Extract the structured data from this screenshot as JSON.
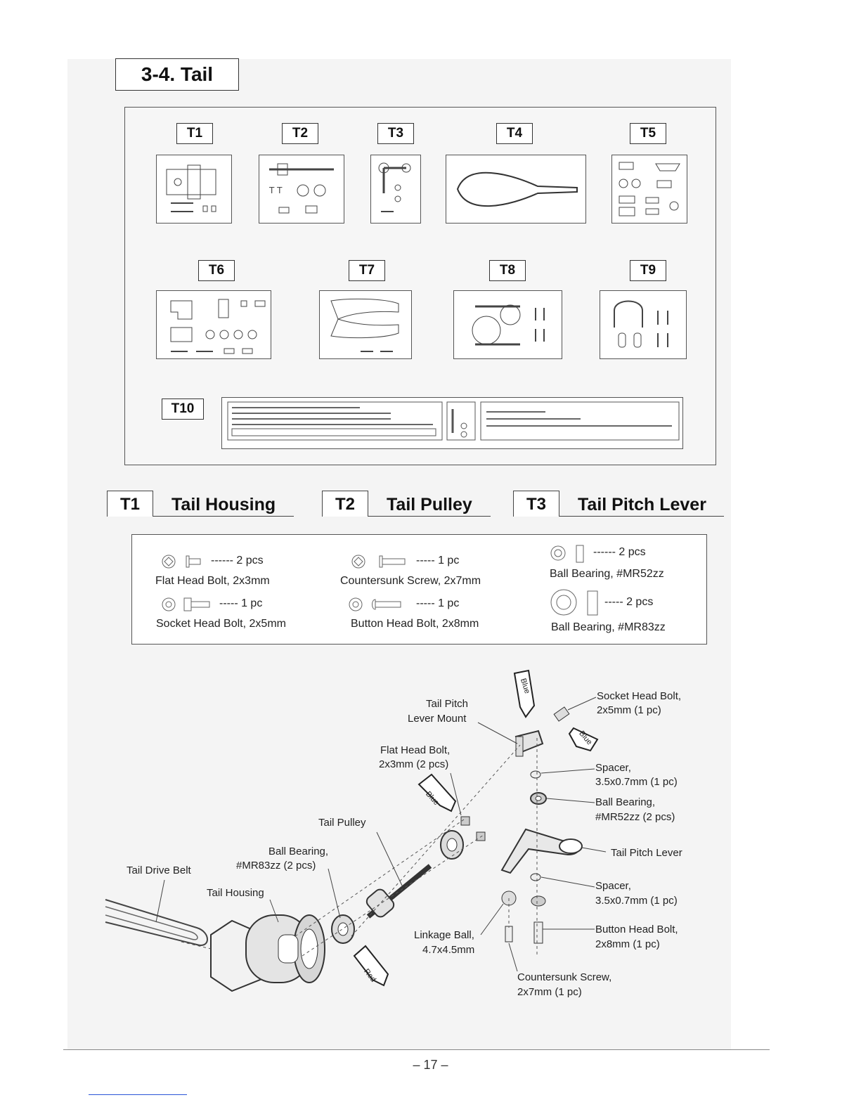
{
  "section": {
    "title": "3-4. Tail"
  },
  "bags": [
    "T1",
    "T2",
    "T3",
    "T4",
    "T5",
    "T6",
    "T7",
    "T8",
    "T9",
    "T10"
  ],
  "subsections": [
    {
      "code": "T1",
      "label": "Tail Housing"
    },
    {
      "code": "T2",
      "label": "Tail Pulley"
    },
    {
      "code": "T3",
      "label": "Tail Pitch Lever"
    }
  ],
  "hardware": {
    "t1": [
      {
        "qty": "------ 2 pcs",
        "name": "Flat Head Bolt, 2x3mm"
      },
      {
        "qty": "----- 1 pc",
        "name": "Socket Head Bolt, 2x5mm"
      }
    ],
    "t2": [
      {
        "qty": "----- 1 pc",
        "name": "Countersunk Screw, 2x7mm"
      },
      {
        "qty": "----- 1 pc",
        "name": "Button Head Bolt, 2x8mm"
      }
    ],
    "t3": [
      {
        "qty": "------ 2 pcs",
        "name": "Ball Bearing, #MR52zz"
      },
      {
        "qty": "----- 2 pcs",
        "name": "Ball Bearing, #MR83zz"
      }
    ]
  },
  "callouts": {
    "tail_pitch_lever_mount_1": "Tail Pitch",
    "tail_pitch_lever_mount_2": "Lever Mount",
    "flat_head_bolt_1": "Flat Head Bolt,",
    "flat_head_bolt_2": "2x3mm (2 pcs)",
    "tail_pulley": "Tail Pulley",
    "ball_bearing_83_1": "Ball Bearing,",
    "ball_bearing_83_2": "#MR83zz (2 pcs)",
    "tail_drive_belt": "Tail Drive Belt",
    "tail_housing": "Tail Housing",
    "linkage_ball_1": "Linkage Ball,",
    "linkage_ball_2": "4.7x4.5mm",
    "countersunk_1": "Countersunk Screw,",
    "countersunk_2": "2x7mm (1 pc)",
    "socket_head_1": "Socket Head Bolt,",
    "socket_head_2": "2x5mm (1 pc)",
    "spacer_top_1": "Spacer,",
    "spacer_top_2": "3.5x0.7mm (1 pc)",
    "ball_bearing_52_1": "Ball Bearing,",
    "ball_bearing_52_2": "#MR52zz (2 pcs)",
    "tail_pitch_lever": "Tail Pitch Lever",
    "spacer_bottom_1": "Spacer,",
    "spacer_bottom_2": "3.5x0.7mm (1 pc)",
    "button_head_1": "Button Head Bolt,",
    "button_head_2": "2x8mm (1 pc)",
    "blue": "Blue",
    "red": "Red"
  },
  "footer": {
    "page_number": "– 17 –"
  }
}
